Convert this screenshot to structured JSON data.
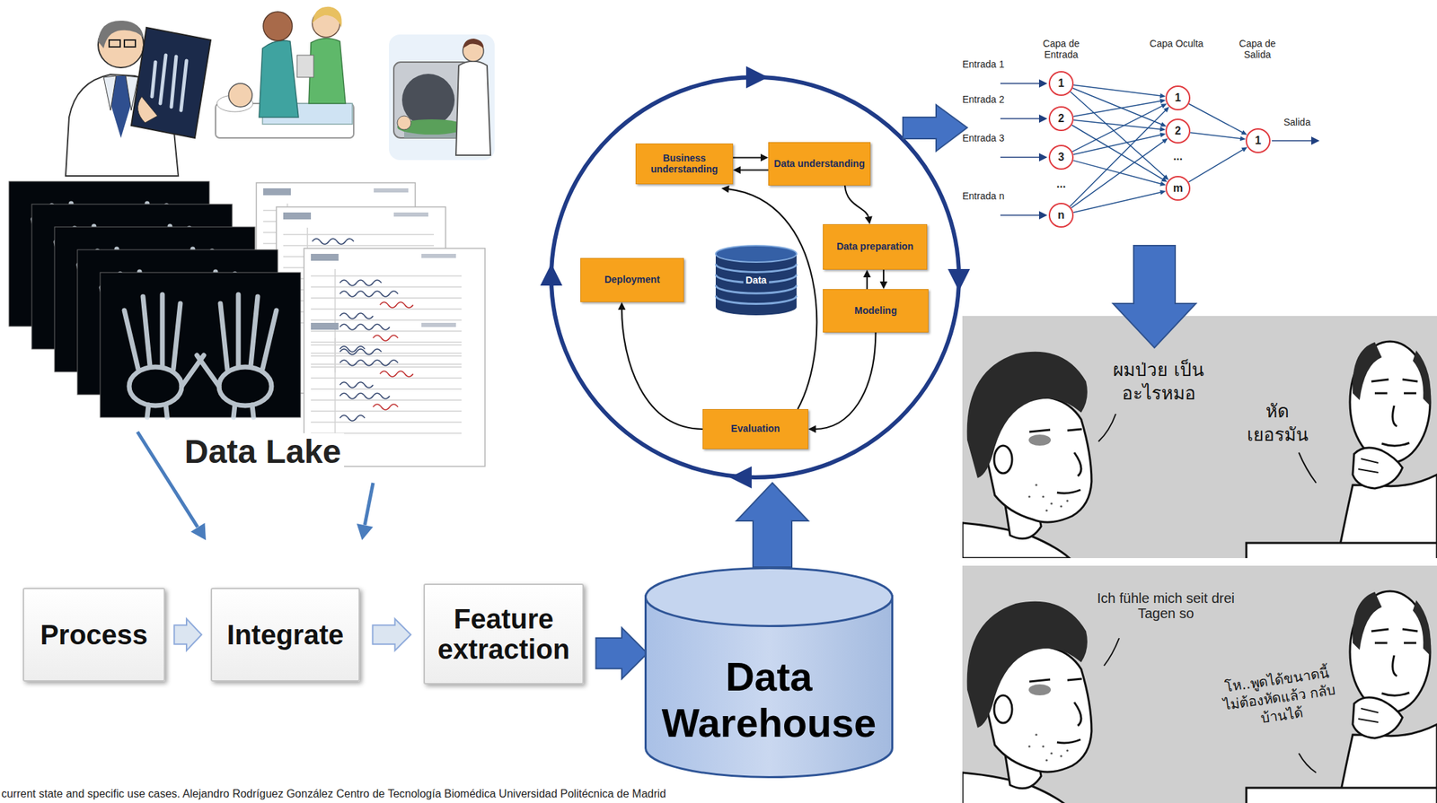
{
  "diagram": {
    "caption": "current state and specific use cases. Alejandro Rodríguez González Centro de Tecnología Biomédica Universidad Politécnica de Madrid",
    "nodes": [
      {
        "text": [
          "Business understanding"
        ]
      },
      {
        "text": [
          "Data understanding"
        ]
      },
      {
        "text": [
          "Data preparation"
        ]
      },
      {
        "text": [
          "Modeling"
        ]
      },
      {
        "text": [
          "Evaluation"
        ]
      },
      {
        "text": [
          "Deployment"
        ]
      },
      {
        "text": [
          "Data"
        ]
      },
      {
        "text": [
          "1"
        ]
      },
      {
        "text": [
          "2"
        ]
      },
      {
        "text": [
          "3"
        ]
      },
      {
        "text": [
          "n"
        ]
      },
      {
        "text": [
          "1"
        ]
      },
      {
        "text": [
          "2"
        ]
      },
      {
        "text": [
          "m"
        ]
      },
      {
        "text": [
          "1"
        ]
      },
      {
        "text": [
          "Process"
        ]
      },
      {
        "text": [
          "Integrate"
        ]
      },
      {
        "text": [
          "Feature extraction"
        ]
      },
      {
        "text": [
          "Data Warehouse"
        ]
      }
    ],
    "edges": [
      {
        "from": 0,
        "to": 1,
        "arrow": "to"
      },
      {
        "from": 1,
        "to": 0,
        "arrow": "to"
      },
      {
        "from": 1,
        "to": 2,
        "arrow": "to"
      },
      {
        "from": 2,
        "to": 3,
        "arrow": "to"
      },
      {
        "from": 3,
        "to": 2,
        "arrow": "to"
      },
      {
        "from": 3,
        "to": 4,
        "arrow": "to"
      },
      {
        "from": 4,
        "to": 0,
        "arrow": "to"
      },
      {
        "from": 4,
        "to": 5,
        "arrow": "to"
      },
      {
        "from": 7,
        "to": 11,
        "arrow": "to"
      },
      {
        "from": 7,
        "to": 12,
        "arrow": "to"
      },
      {
        "from": 7,
        "to": 13,
        "arrow": "to"
      },
      {
        "from": 8,
        "to": 11,
        "arrow": "to"
      },
      {
        "from": 8,
        "to": 12,
        "arrow": "to"
      },
      {
        "from": 8,
        "to": 13,
        "arrow": "to"
      },
      {
        "from": 9,
        "to": 11,
        "arrow": "to"
      },
      {
        "from": 9,
        "to": 12,
        "arrow": "to"
      },
      {
        "from": 9,
        "to": 13,
        "arrow": "to"
      },
      {
        "from": 10,
        "to": 11,
        "arrow": "to"
      },
      {
        "from": 10,
        "to": 12,
        "arrow": "to"
      },
      {
        "from": 10,
        "to": 13,
        "arrow": "to"
      },
      {
        "from": 11,
        "to": 14,
        "arrow": "to"
      },
      {
        "from": 12,
        "to": 14,
        "arrow": "to"
      },
      {
        "from": 13,
        "to": 14,
        "arrow": "to"
      },
      {
        "from": 15,
        "to": 16,
        "arrow": "to"
      },
      {
        "from": 16,
        "to": 17,
        "arrow": "to"
      },
      {
        "from": 17,
        "to": 18,
        "arrow": "to"
      }
    ],
    "labels": [
      "Capa de Entrada",
      "Capa Oculta",
      "Capa de Salida",
      "Entrada 1",
      "Entrada 2",
      "Entrada 3",
      "...",
      "Entrada n",
      "...",
      "Salida",
      "Data Lake",
      "ผมป่วย เป็นอะไรหมอ",
      "หัด เยอรมัน",
      "Ich fühle mich seit drei Tagen so",
      "โห..พูดได้ขนาดนี้ ไม่ต้องหัดแล้ว กลับบ้านได้"
    ]
  }
}
